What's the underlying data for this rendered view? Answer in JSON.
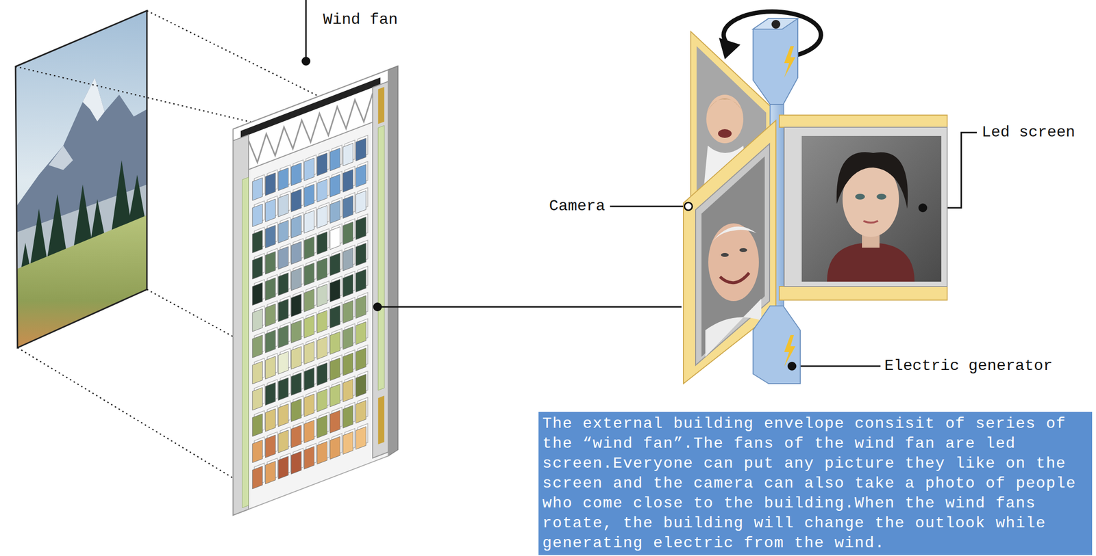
{
  "diagram": {
    "nodes": [
      {
        "text": [
          "The external building envelope consisit of series of the “wind fan”.The fans of the wind fan are led screen.Everyone can put any picture they like on the screen and the camera can also take a photo of people who come close to the building.When the wind fans rotate, the building will change the outlook while generating electric from the wind."
        ]
      }
    ],
    "labels": [
      "Wind fan",
      "Led screen",
      "Camera",
      "Electric generator"
    ]
  }
}
